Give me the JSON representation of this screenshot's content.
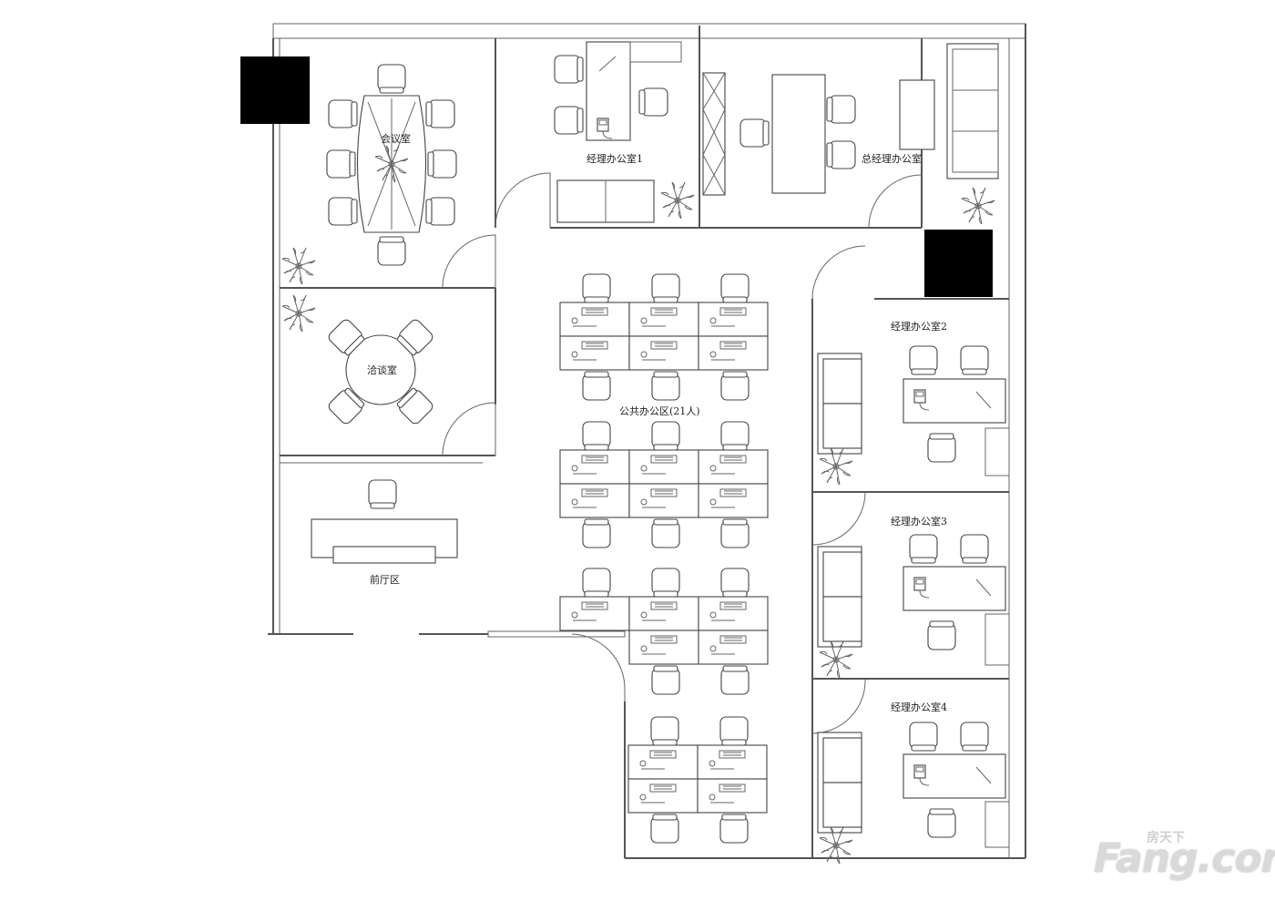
{
  "rooms": {
    "meeting": "会议室",
    "manager1": "经理办公室1",
    "gm": "总经理办公室",
    "negotiation": "洽谈室",
    "open_office": "公共办公区(21人)",
    "lobby": "前厅区",
    "manager2": "经理办公室2",
    "manager3": "经理办公室3",
    "manager4": "经理办公室4"
  },
  "watermark": {
    "brand": "Fang.com",
    "sub": "房天下"
  },
  "colors": {
    "wall": "#555555",
    "fill_black": "#000000",
    "watermark": "#d9d9d9"
  }
}
